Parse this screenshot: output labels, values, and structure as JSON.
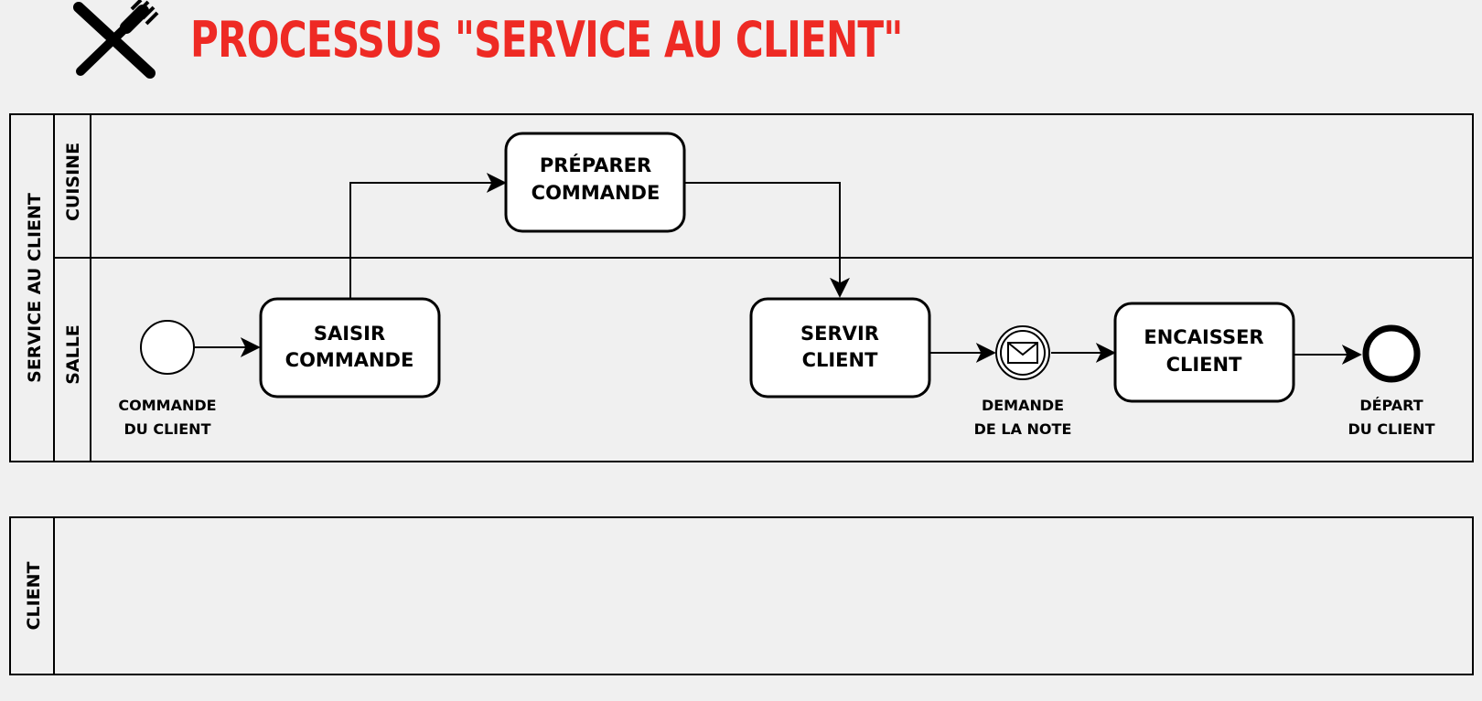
{
  "header": {
    "icon": "fork-knife-crossed-icon",
    "title": "PROCESSUS \"SERVICE AU CLIENT\"",
    "title_color": "#ee2a24"
  },
  "pools": {
    "service": {
      "label": "SERVICE AU CLIENT",
      "lanes": {
        "cuisine": "CUISINE",
        "salle": "SALLE"
      }
    },
    "client": {
      "label": "CLIENT"
    }
  },
  "tasks": {
    "saisir": {
      "line1": "SAISIR",
      "line2": "COMMANDE"
    },
    "preparer": {
      "line1": "PRÉPARER",
      "line2": "COMMANDE"
    },
    "servir": {
      "line1": "SERVIR",
      "line2": "CLIENT"
    },
    "encaisser": {
      "line1": "ENCAISSER",
      "line2": "CLIENT"
    }
  },
  "events": {
    "start": {
      "line1": "COMMANDE",
      "line2": "DU CLIENT"
    },
    "message": {
      "line1": "DEMANDE",
      "line2": "DE LA NOTE",
      "icon": "envelope-icon"
    },
    "end": {
      "line1": "DÉPART",
      "line2": "DU CLIENT"
    }
  }
}
